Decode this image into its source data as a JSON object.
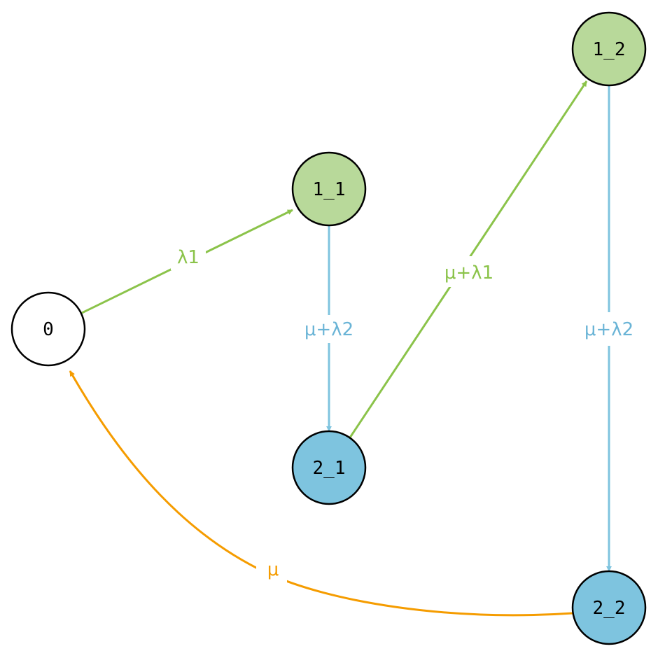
{
  "colors": {
    "green": "#8bc34a",
    "blue": "#7ec4df",
    "orange": "#f59c00",
    "node_green_fill": "#b8d99a",
    "node_blue_fill": "#7ec4df",
    "node_white_fill": "#ffffff",
    "stroke": "#000000"
  },
  "nodes": {
    "n0": {
      "label": "0"
    },
    "n11": {
      "label": "1_1"
    },
    "n12": {
      "label": "1_2"
    },
    "n21": {
      "label": "2_1"
    },
    "n22": {
      "label": "2_2"
    }
  },
  "edges": {
    "e0_11": {
      "label": "λ1"
    },
    "e11_21": {
      "label": "μ+λ2"
    },
    "e21_12": {
      "label": "μ+λ1"
    },
    "e12_22": {
      "label": "μ+λ2"
    },
    "e22_0": {
      "label": "μ"
    }
  }
}
